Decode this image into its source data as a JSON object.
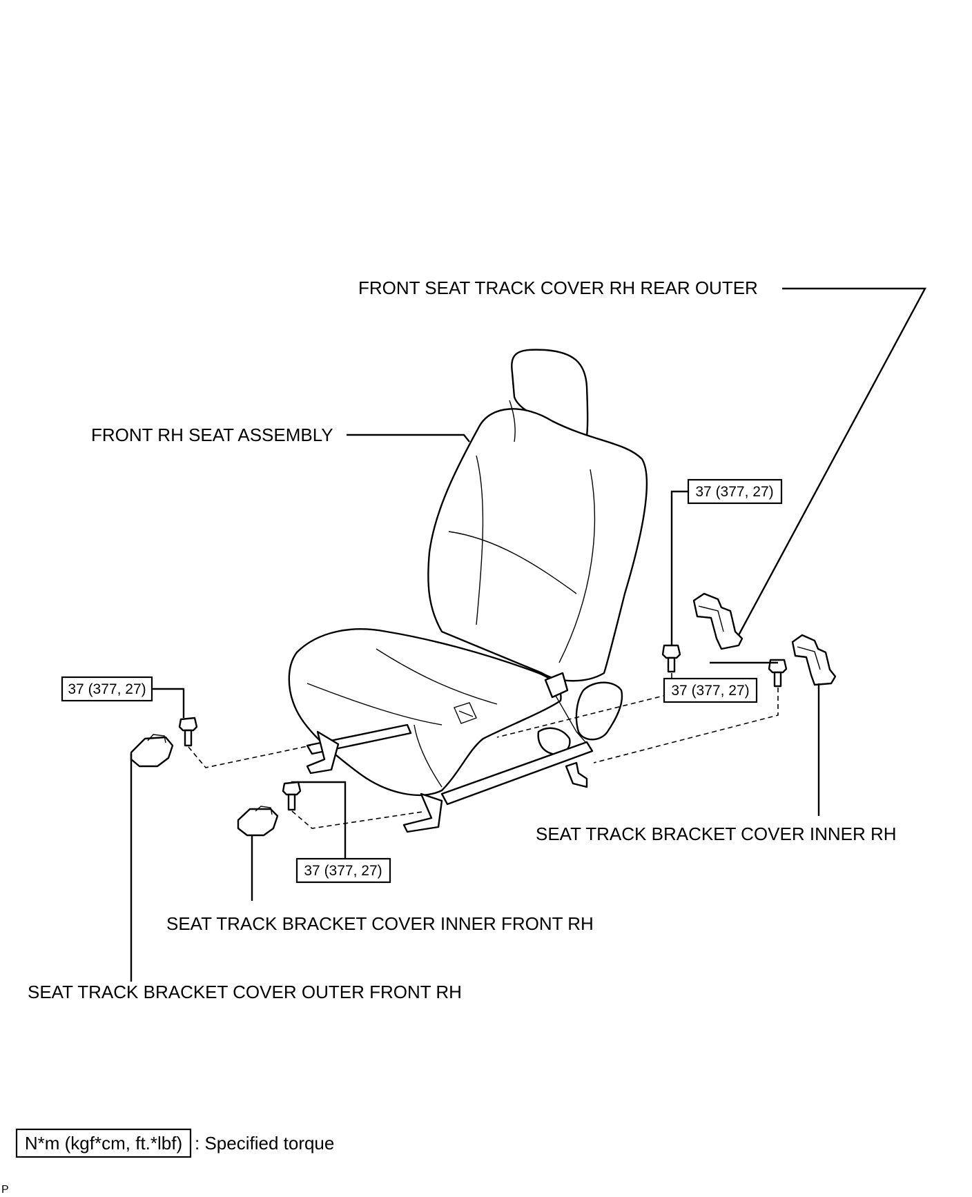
{
  "labels": {
    "rear_outer": "FRONT SEAT TRACK COVER RH REAR OUTER",
    "seat_assembly": "FRONT RH SEAT ASSEMBLY",
    "inner_rh": "SEAT TRACK BRACKET COVER INNER RH",
    "inner_front_rh": "SEAT TRACK BRACKET COVER INNER FRONT RH",
    "outer_front_rh": "SEAT TRACK BRACKET COVER OUTER FRONT RH"
  },
  "torque": {
    "right_upper": "37 (377, 27)",
    "right_lower": "37 (377, 27)",
    "left": "37 (377, 27)",
    "center": "37 (377, 27)"
  },
  "legend": {
    "unit": "N*m (kgf*cm, ft.*lbf)",
    "text": ": Specified torque"
  },
  "corner_mark": "P"
}
